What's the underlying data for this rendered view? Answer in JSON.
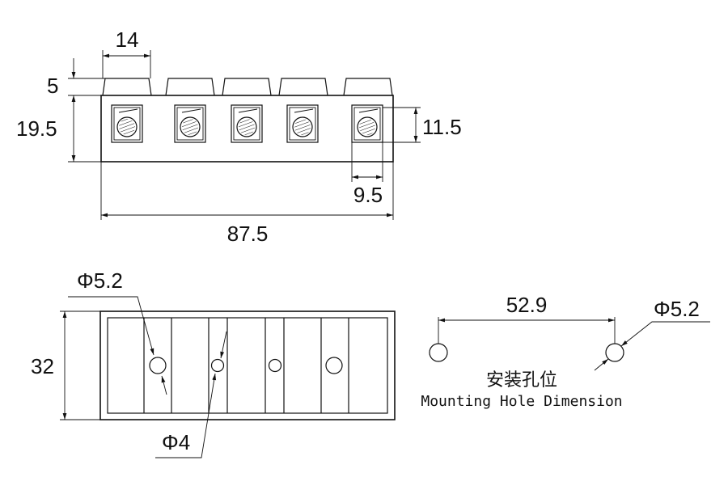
{
  "drawing": {
    "top_view": {
      "dim_width_terminal": "14",
      "dim_cap_height": "5",
      "dim_body_height": "19.5",
      "dim_screw_height": "11.5",
      "dim_screw_width": "9.5",
      "dim_total_length": "87.5"
    },
    "bottom_view": {
      "dim_height": "32",
      "dim_hole_large": "Φ5.2",
      "dim_hole_small": "Φ4"
    },
    "mounting": {
      "dim_spacing": "52.9",
      "dim_hole": "Φ5.2",
      "label_cn": "安装孔位",
      "label_en": "Mounting Hole Dimension"
    }
  }
}
